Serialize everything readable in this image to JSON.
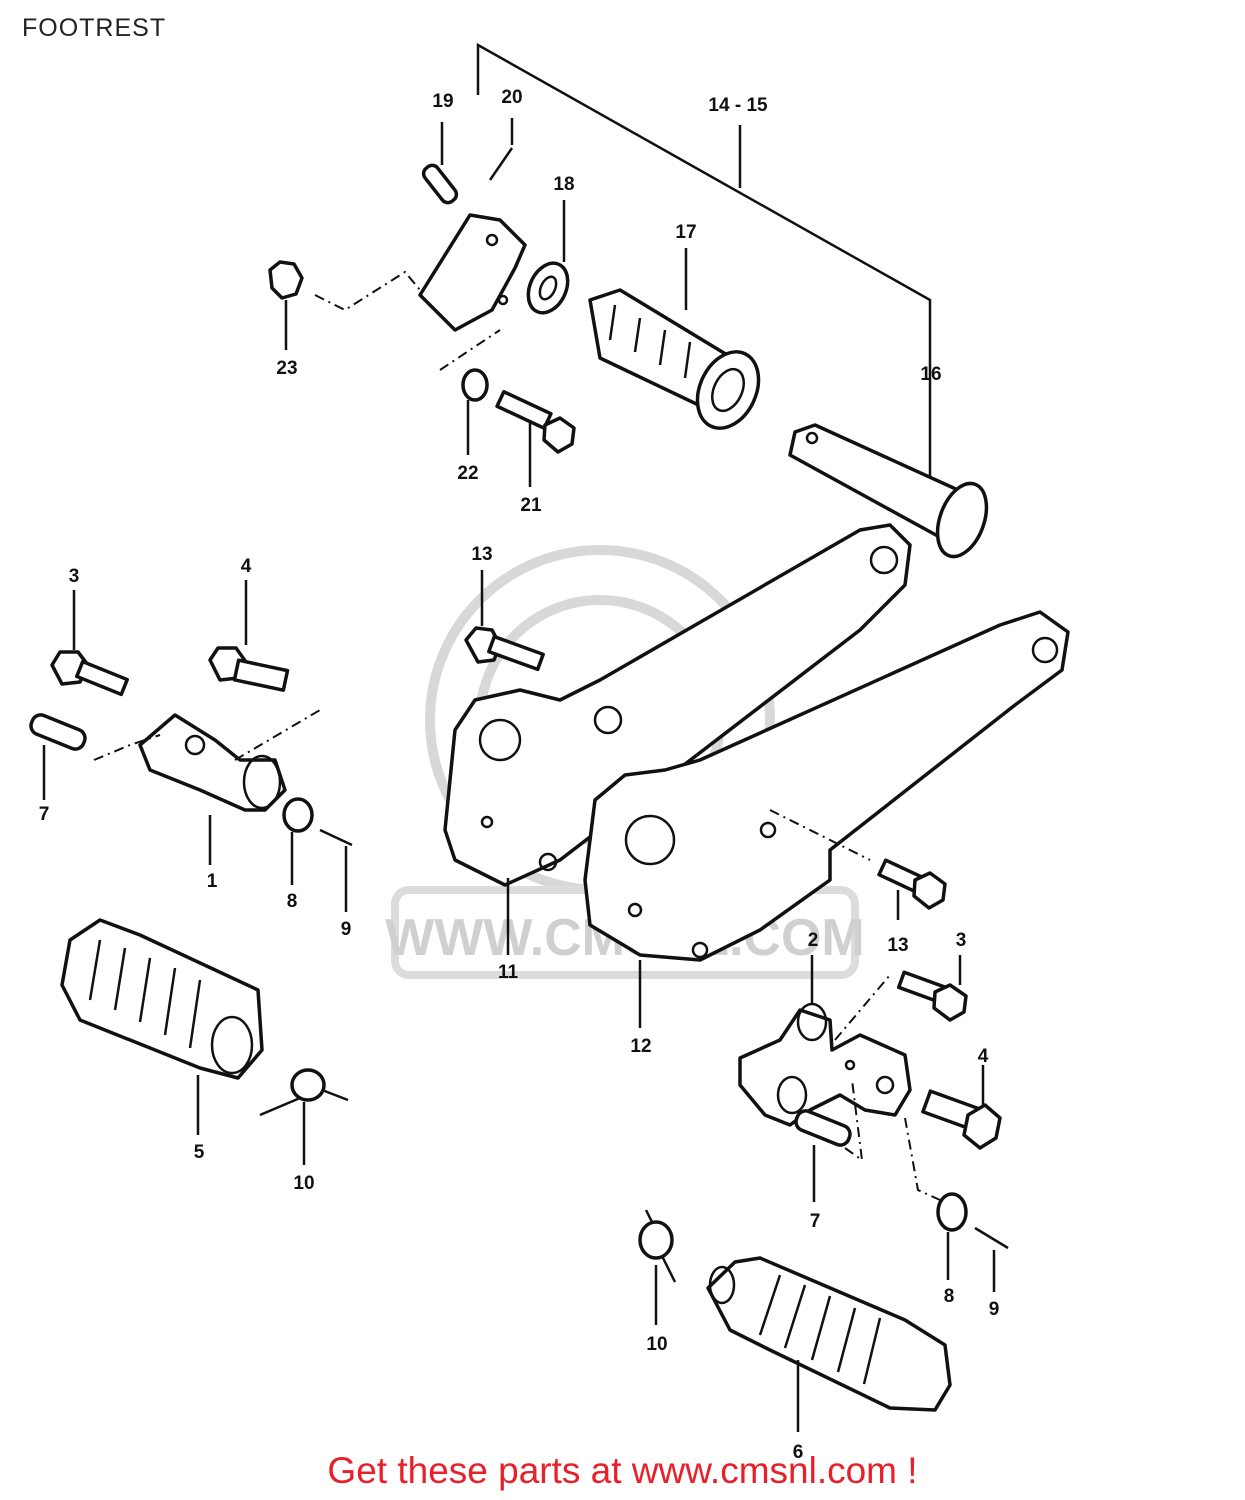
{
  "title": "FOOTREST",
  "footer": "Get these parts at www.cmsnl.com !",
  "watermark": "WWW.CMSNL.COM",
  "accent_color": "#e8202a",
  "callouts": [
    {
      "id": "c19",
      "label": "19"
    },
    {
      "id": "c20",
      "label": "20"
    },
    {
      "id": "c14-15",
      "label": "14 - 15"
    },
    {
      "id": "c18",
      "label": "18"
    },
    {
      "id": "c17",
      "label": "17"
    },
    {
      "id": "c23",
      "label": "23"
    },
    {
      "id": "c16",
      "label": "16"
    },
    {
      "id": "c22",
      "label": "22"
    },
    {
      "id": "c21",
      "label": "21"
    },
    {
      "id": "c13a",
      "label": "13"
    },
    {
      "id": "c3a",
      "label": "3"
    },
    {
      "id": "c4a",
      "label": "4"
    },
    {
      "id": "c7a",
      "label": "7"
    },
    {
      "id": "c1",
      "label": "1"
    },
    {
      "id": "c8a",
      "label": "8"
    },
    {
      "id": "c9a",
      "label": "9"
    },
    {
      "id": "c11",
      "label": "11"
    },
    {
      "id": "c13b",
      "label": "13"
    },
    {
      "id": "c3b",
      "label": "3"
    },
    {
      "id": "c2",
      "label": "2"
    },
    {
      "id": "c12",
      "label": "12"
    },
    {
      "id": "c5",
      "label": "5"
    },
    {
      "id": "c10a",
      "label": "10"
    },
    {
      "id": "c4b",
      "label": "4"
    },
    {
      "id": "c7b",
      "label": "7"
    },
    {
      "id": "c8b",
      "label": "8"
    },
    {
      "id": "c9b",
      "label": "9"
    },
    {
      "id": "c10b",
      "label": "10"
    },
    {
      "id": "c6",
      "label": "6"
    }
  ]
}
